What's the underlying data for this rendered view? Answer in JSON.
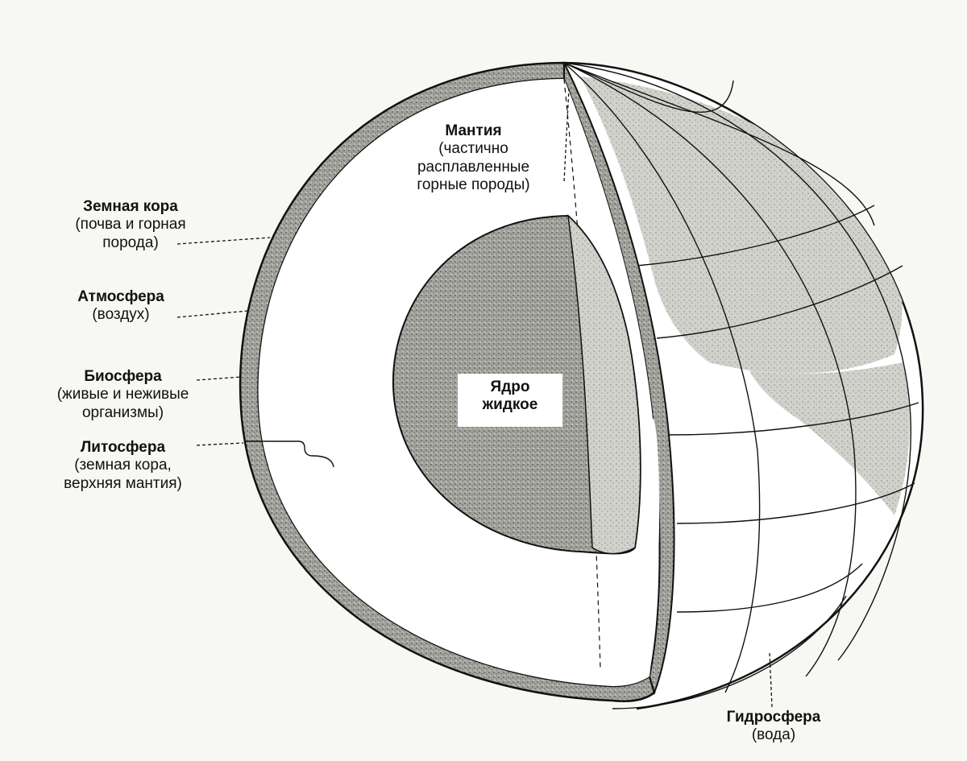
{
  "colors": {
    "ink": "#111111",
    "crust_fill": "#8a8a84",
    "core_fill": "#9c9c96",
    "land_fill": "#c4c4bd",
    "mantle_fill": "#ffffff",
    "background": "#f7f7f3"
  },
  "labels": {
    "crust": {
      "title": "Земная кора",
      "line1": "(почва и горная",
      "line2": "порода)"
    },
    "atmosphere": {
      "title": "Атмосфера",
      "line1": "(воздух)"
    },
    "biosphere": {
      "title": "Биосфера",
      "line1": "(живые и неживые",
      "line2": "организмы)"
    },
    "lithosphere": {
      "title": "Литосфера",
      "line1": "(земная кора,",
      "line2": "верхняя мантия)"
    },
    "mantle": {
      "title": "Мантия",
      "line1": "(частично",
      "line2": "расплавленные",
      "line3": "горные породы)"
    },
    "core": {
      "line1": "Ядро",
      "line2": "жидкое"
    },
    "hydrosphere": {
      "title": "Гидросфера",
      "line1": "(вода)"
    }
  }
}
